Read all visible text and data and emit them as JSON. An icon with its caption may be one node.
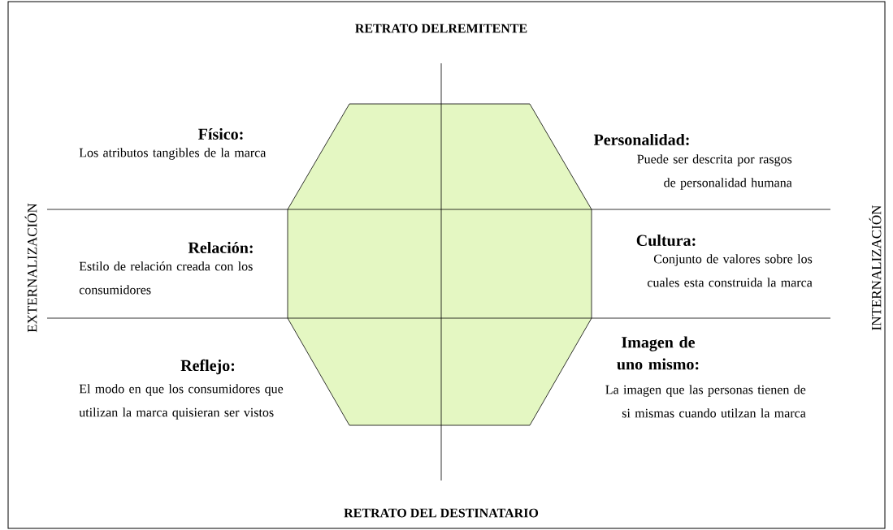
{
  "diagram": {
    "labels": [
      "RETRATO DELREMITENTE",
      "EXTERNALIZACIÓN",
      "INTERNALIZACIÓN",
      "Físico:",
      "Los atributos tangibles de la marca",
      "Personalidad:",
      "Puede ser descrita por rasgos de personalidad humana",
      "Relación:",
      "Estilo de relación creada con los consumidores",
      "Cultura:",
      "Conjunto de valores sobre los cuales esta construida la marca",
      "Reflejo:",
      "El modo en que los consumidores que utilizan la marca quisieran ser vistos",
      "Imagen de uno mismo:",
      "La imagen que las personas tienen de si mismas cuando utilzan la marca",
      "RETRATO DEL DESTINATARIO"
    ]
  }
}
